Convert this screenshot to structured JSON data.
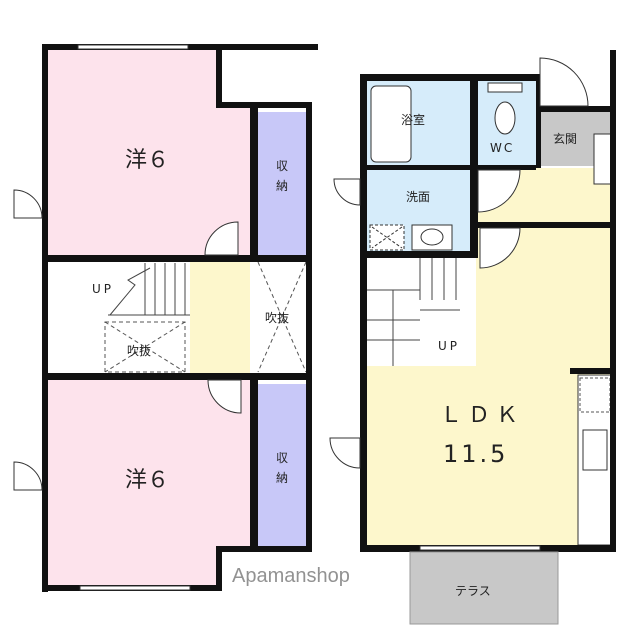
{
  "floor2": {
    "room_upper": "洋６",
    "storage_upper": [
      "収",
      "納"
    ],
    "stairs_up": "UP",
    "void_left": "吹抜",
    "void_right": "吹抜",
    "room_lower": "洋６",
    "storage_lower": [
      "収",
      "納"
    ]
  },
  "floor1": {
    "bath": "浴室",
    "wc": "WC",
    "entrance": "玄関",
    "washroom": "洗面",
    "stairs_up": "UP",
    "ldk": "ＬＤＫ",
    "ldk_size": "11.5",
    "terrace": "テラス"
  },
  "watermark": "Apamanshop",
  "colors": {
    "western_room": "#fde3ec",
    "storage": "#c8c8f8",
    "hall": "#fdf7cc",
    "wet": "#d6ecfa",
    "entrance": "#c8c8c8",
    "wall": "#111111"
  }
}
